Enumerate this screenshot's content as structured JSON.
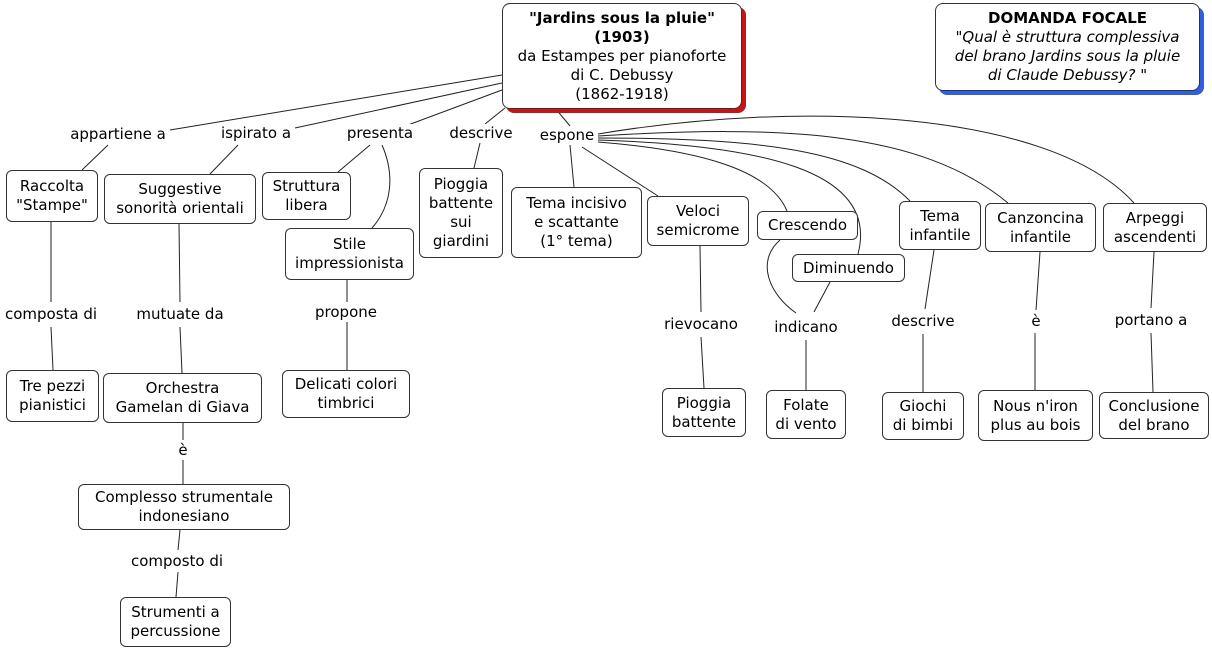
{
  "main": {
    "title": "\"Jardins sous la pluie\"\n(1903)",
    "subtitle": "da Estampes per pianoforte\ndi C. Debussy\n(1862-1918)"
  },
  "focus": {
    "title": "DOMANDA FOCALE",
    "question": "\"Qual è struttura complessiva\ndel brano Jardins sous la pluie\ndi Claude Debussy? \""
  },
  "nodes": {
    "raccolta": "Raccolta\n\"Stampe\"",
    "tre_pezzi": "Tre pezzi\npianistici",
    "suggestive": "Suggestive\nsonorità orientali",
    "orchestra": "Orchestra\nGamelan di Giava",
    "complesso": "Complesso strumentale\nindonesiano",
    "strumenti": "Strumenti a\npercussione",
    "struttura": "Struttura\nlibera",
    "stile": "Stile\nimpressionista",
    "delicati": "Delicati colori\ntimbrici",
    "pioggia_giardini": "Pioggia\nbattente\nsui\ngiardini",
    "tema_incisivo": "Tema incisivo\ne scattante\n(1° tema)",
    "veloci": "Veloci\nsemicrome",
    "pioggia_battente": "Pioggia\nbattente",
    "crescendo": "Crescendo",
    "diminuendo": "Diminuendo",
    "folate": "Folate\ndi vento",
    "tema_infantile": "Tema\ninfantile",
    "giochi": "Giochi\ndi bimbi",
    "canzoncina": "Canzoncina\ninfantile",
    "nous": "Nous n'iron\nplus au bois",
    "arpeggi": "Arpeggi\nascendenti",
    "conclusione": "Conclusione\ndel brano"
  },
  "links": {
    "appartiene": "appartiene a",
    "ispirato": "ispirato a",
    "presenta": "presenta",
    "descrive1": "descrive",
    "espone": "espone",
    "composta": "composta di",
    "mutuate": "mutuate da",
    "e1": "è",
    "composto": "composto di",
    "propone": "propone",
    "rievocano": "rievocano",
    "indicano": "indicano",
    "descrive2": "descrive",
    "e2": "è",
    "portano": "portano a"
  },
  "colors": {
    "main_shadow": "#c81414",
    "focus_shadow": "#2f5fe0"
  }
}
